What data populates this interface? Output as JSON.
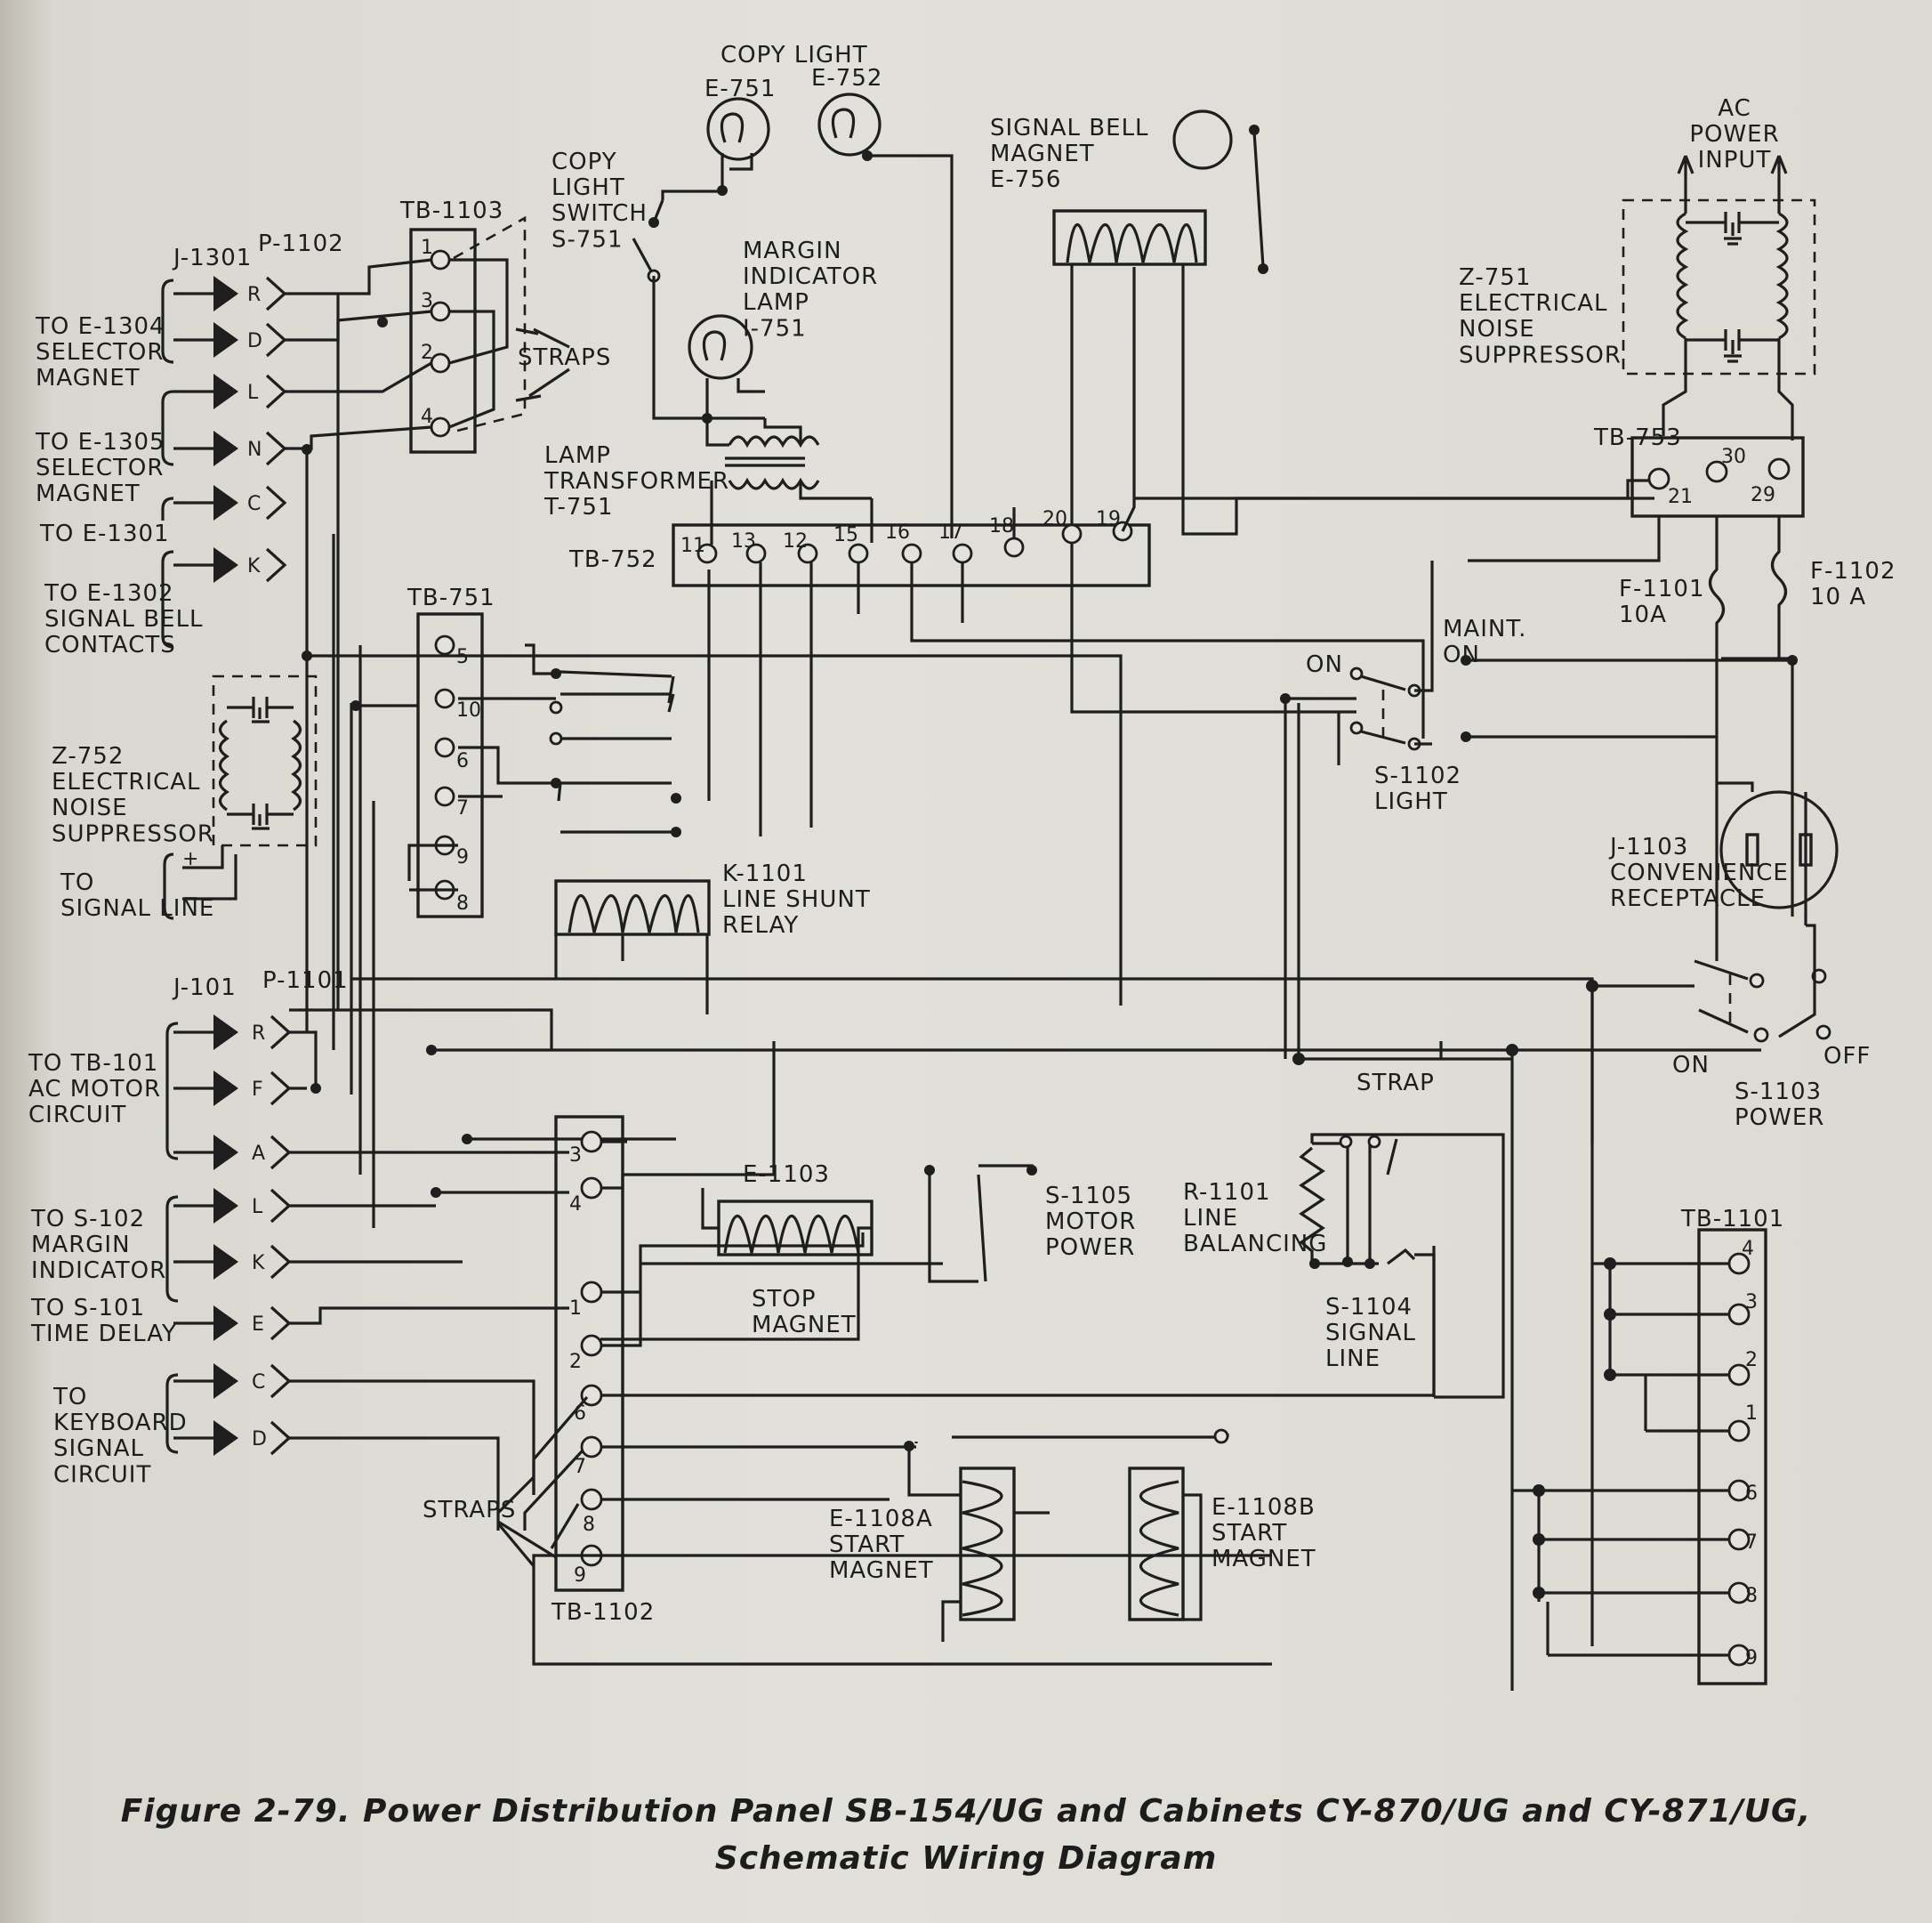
{
  "caption": {
    "line1": "Figure 2-79.  Power Distribution Panel SB-154/UG and Cabinets CY-870/UG and CY-871/UG,",
    "line2": "Schematic Wiring Diagram"
  },
  "connectors": {
    "j1301": "J-1301",
    "p1102": "P-1102",
    "j101": "J-101",
    "p1101": "P-1101",
    "upper_pins": [
      "R",
      "D",
      "L",
      "N",
      "C",
      "K"
    ],
    "lower_pins": [
      "R",
      "F",
      "A",
      "L",
      "K",
      "E",
      "C",
      "D"
    ]
  },
  "left_labels": {
    "e1304": "TO E-1304\nSELECTOR\nMAGNET",
    "e1305": "TO E-1305\nSELECTOR\nMAGNET",
    "e1301": "TO E-1301",
    "e1302": "TO E-1302\nSIGNAL BELL\nCONTACTS",
    "z752": "Z-752\nELECTRICAL\nNOISE\nSUPPRESSOR",
    "signal_line": "TO\nSIGNAL LINE",
    "tb101": "TO TB-101\nAC MOTOR\nCIRCUIT",
    "s102": "TO S-102\nMARGIN\nINDICATOR",
    "s101": "TO S-101\nTIME DELAY",
    "keyboard": "TO\nKEYBOARD\nSIGNAL\nCIRCUIT"
  },
  "terminal_boards": {
    "tb1103": {
      "name": "TB-1103",
      "terminals": [
        "1",
        "3",
        "2",
        "4"
      ]
    },
    "tb751": {
      "name": "TB-751",
      "terminals": [
        "5",
        "10",
        "6",
        "7",
        "9",
        "8"
      ]
    },
    "tb752": {
      "name": "TB-752",
      "terminals": [
        "11",
        "13",
        "12",
        "15",
        "16",
        "17",
        "18",
        "20",
        "19"
      ]
    },
    "tb753": {
      "name": "TB-753",
      "terminals": [
        "21",
        "30",
        "29"
      ]
    },
    "tb1102": {
      "name": "TB-1102",
      "terminals": [
        "3",
        "4",
        "1",
        "2",
        "6",
        "7",
        "8",
        "9"
      ]
    },
    "tb1101": {
      "name": "TB-1101",
      "terminals": [
        "4",
        "3",
        "2",
        "1",
        "6",
        "7",
        "8",
        "9"
      ]
    }
  },
  "components": {
    "copy_light": "COPY  LIGHT",
    "e751": "E-751",
    "e752": "E-752",
    "s751": "COPY\nLIGHT\nSWITCH\nS-751",
    "margin_lamp": "MARGIN\nINDICATOR\nLAMP\nI-751",
    "bell_magnet": "SIGNAL BELL\nMAGNET\nE-756",
    "ac_input": "AC\nPOWER\nINPUT",
    "z751": "Z-751\nELECTRICAL\nNOISE\nSUPPRESSOR",
    "straps_top": "STRAPS",
    "transformer": "LAMP\nTRANSFORMER\nT-751",
    "f1101": "F-1101\n10A",
    "f1102": "F-1102\n10 A",
    "maint_on": "MAINT.\nON",
    "on_light": "ON",
    "s1102": "S-1102\nLIGHT",
    "j1103": "J-1103\nCONVENIENCE\nRECEPTACLE",
    "k1101": "K-1101\nLINE SHUNT\nRELAY",
    "on_power": "ON",
    "off_power": "OFF",
    "s1103": "S-1103\nPOWER",
    "strap": "STRAP",
    "e1103": "E-1103",
    "stop_magnet": "STOP\nMAGNET",
    "s1105": "S-1105\nMOTOR\nPOWER",
    "r1101": "R-1101\nLINE\nBALANCING",
    "s1104": "S-1104\nSIGNAL\nLINE",
    "straps_bottom": "STRAPS",
    "e1108a": "E-1108A\nSTART\nMAGNET",
    "e1108b": "E-1108B\nSTART\nMAGNET"
  }
}
